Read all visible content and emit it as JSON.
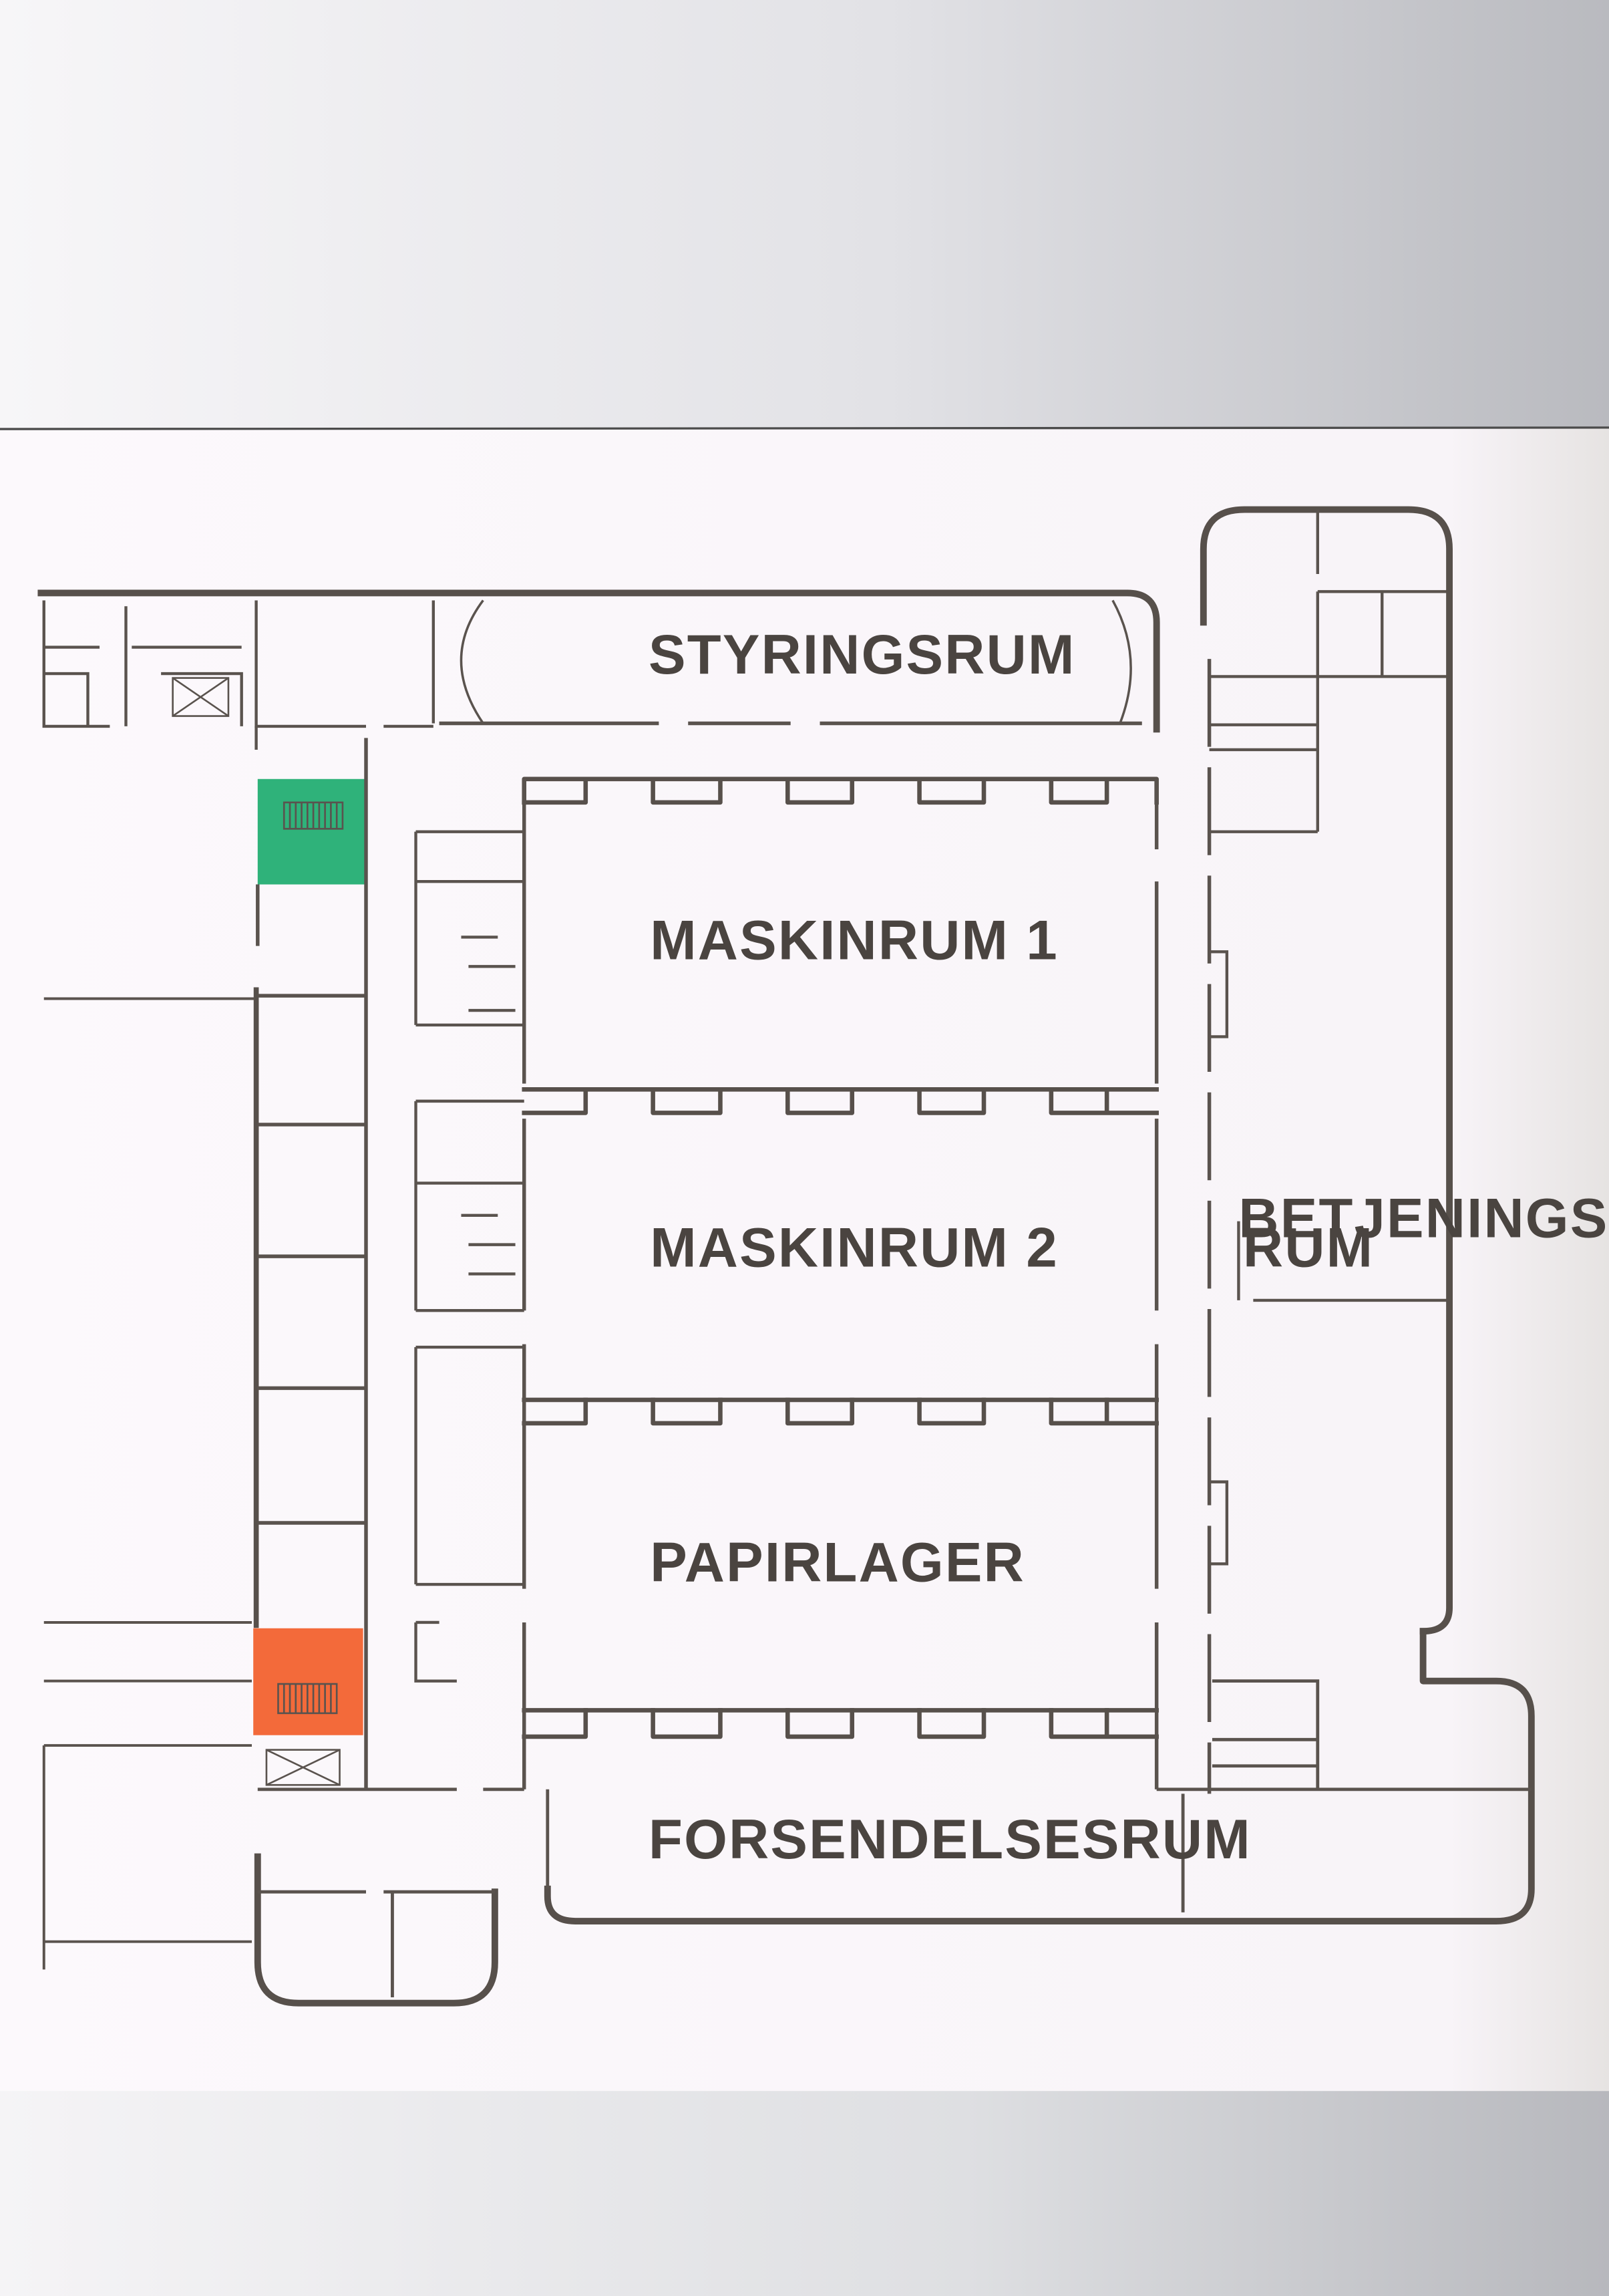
{
  "floor_plan": {
    "rooms": {
      "styringsrum": "STYRINGSRUM",
      "maskinrum_1": "MASKINRUM 1",
      "maskinrum_2": "MASKINRUM 2",
      "betjeningsrum_line1": "BETJENINGS-",
      "betjeningsrum_line2": "RUM",
      "papirlager": "PAPIRLAGER",
      "forsendelsesrum": "FORSENDELSESRUM"
    },
    "highlights": {
      "upper_stair_color": "#2fb27a",
      "lower_stair_color": "#f36a3a"
    },
    "colors": {
      "wall": "#57504b",
      "paper": "#faf7fa",
      "top_band": "#d8d9dc",
      "bottom_band": "#cfd0d3"
    }
  }
}
